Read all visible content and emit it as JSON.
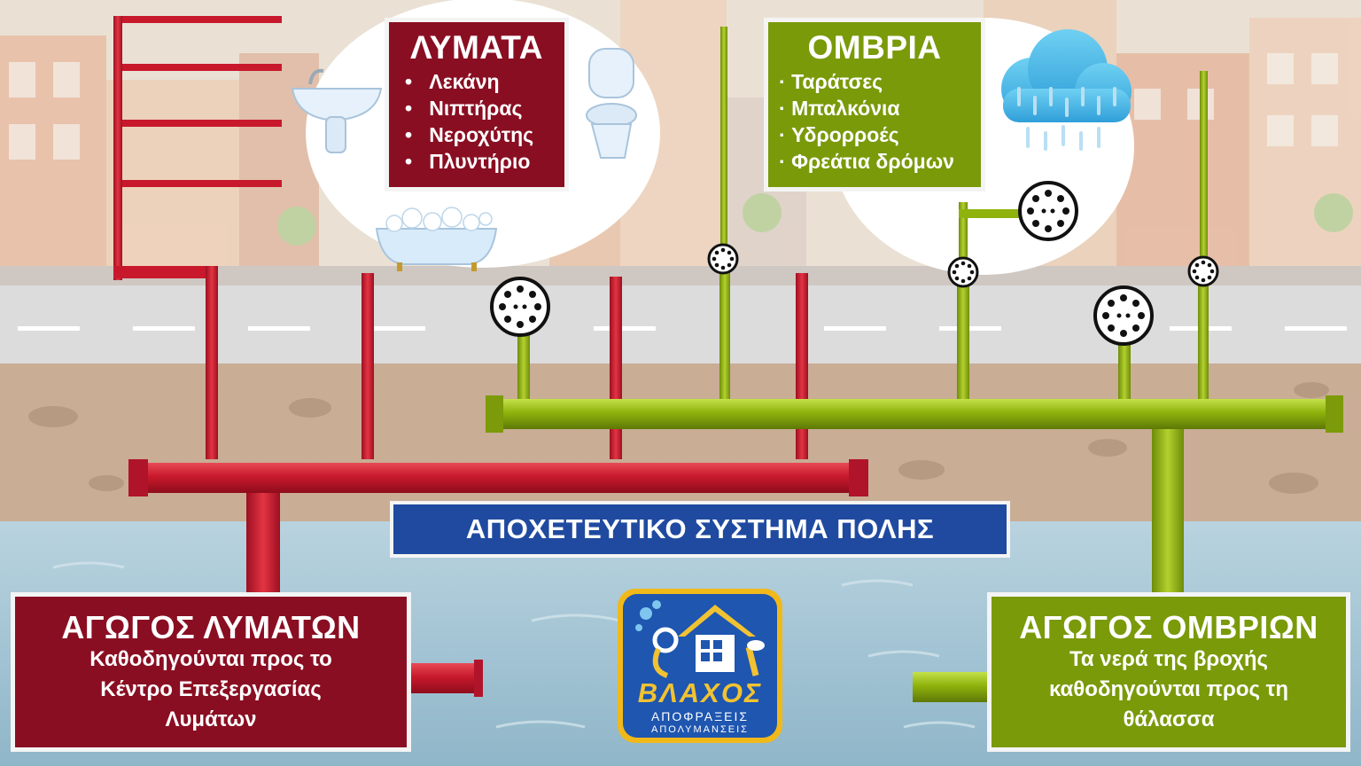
{
  "sewage_box": {
    "title": "ΛΥΜΑΤΑ",
    "items": [
      "Λεκάνη",
      "Νιπτήρας",
      "Νεροχύτης",
      "Πλυντήριο"
    ]
  },
  "storm_box": {
    "title": "ΟΜΒΡΙΑ",
    "items": [
      "Ταράτσες",
      "Μπαλκόνια",
      "Υδρορροές",
      "Φρεάτια δρόμων"
    ]
  },
  "banner": {
    "title": "ΑΠΟΧΕΤΕΥΤΙΚΟ ΣΥΣΤΗΜΑ ΠΟΛΗΣ"
  },
  "sewage_main": {
    "title": "ΑΓΩΓΟΣ ΛΥΜΑΤΩΝ",
    "lines": [
      "Καθοδηγούνται προς το",
      "Κέντρο Επεξεργασίας",
      "Λυμάτων"
    ]
  },
  "storm_main": {
    "title": "ΑΓΩΓΟΣ ΟΜΒΡΙΩΝ",
    "lines": [
      "Τα νερά της βροχής",
      "καθοδηγούνται προς τη",
      "θάλασσα"
    ]
  },
  "logo": {
    "name": "ΒΛΑΧΟΣ",
    "line1": "ΑΠΟΦΡΑΞΕΙΣ",
    "line2": "ΑΠΟΛΥΜΑΝΣΕΙΣ"
  },
  "colors": {
    "sewage_pipe": "#c8192c",
    "storm_pipe": "#8fb30c",
    "sewage_panel": "#8a0e22",
    "storm_panel": "#7a9a0a",
    "banner": "#1f4aa0",
    "sky": "#eae1d4",
    "road": "#dcdcdc",
    "soil": "#c9ad95",
    "water": "#9fc1d2",
    "logo_gold": "#f1b81a",
    "logo_blue": "#1e56b0"
  },
  "icons": [
    "washbasin-icon",
    "toilet-icon",
    "bathtub-icon",
    "rain-cloud-icon",
    "drain-grate-icon"
  ]
}
